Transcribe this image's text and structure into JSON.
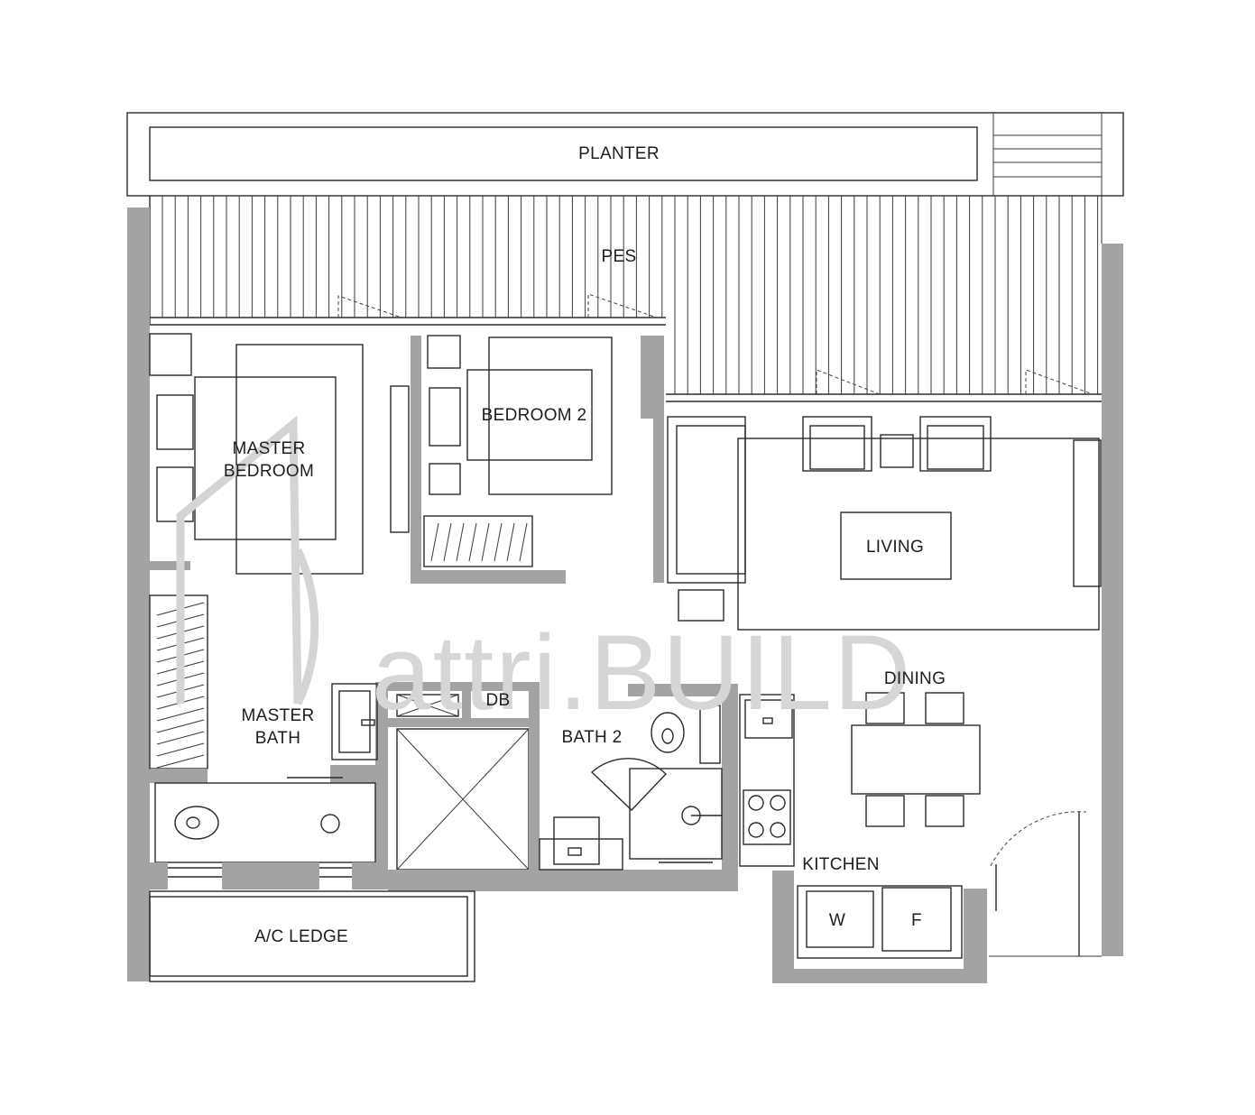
{
  "rooms": {
    "planter": "PLANTER",
    "pes": "PES",
    "master_bedroom_line1": "MASTER",
    "master_bedroom_line2": "BEDROOM",
    "bedroom2": "BEDROOM 2",
    "living": "LIVING",
    "dining": "DINING",
    "master_bath_line1": "MASTER",
    "master_bath_line2": "BATH",
    "db": "DB",
    "bath2": "BATH 2",
    "kitchen": "KITCHEN",
    "washer": "W",
    "fridge": "F",
    "ac_ledge": "A/C LEDGE"
  },
  "watermark": {
    "text": "attri.BUILD"
  }
}
